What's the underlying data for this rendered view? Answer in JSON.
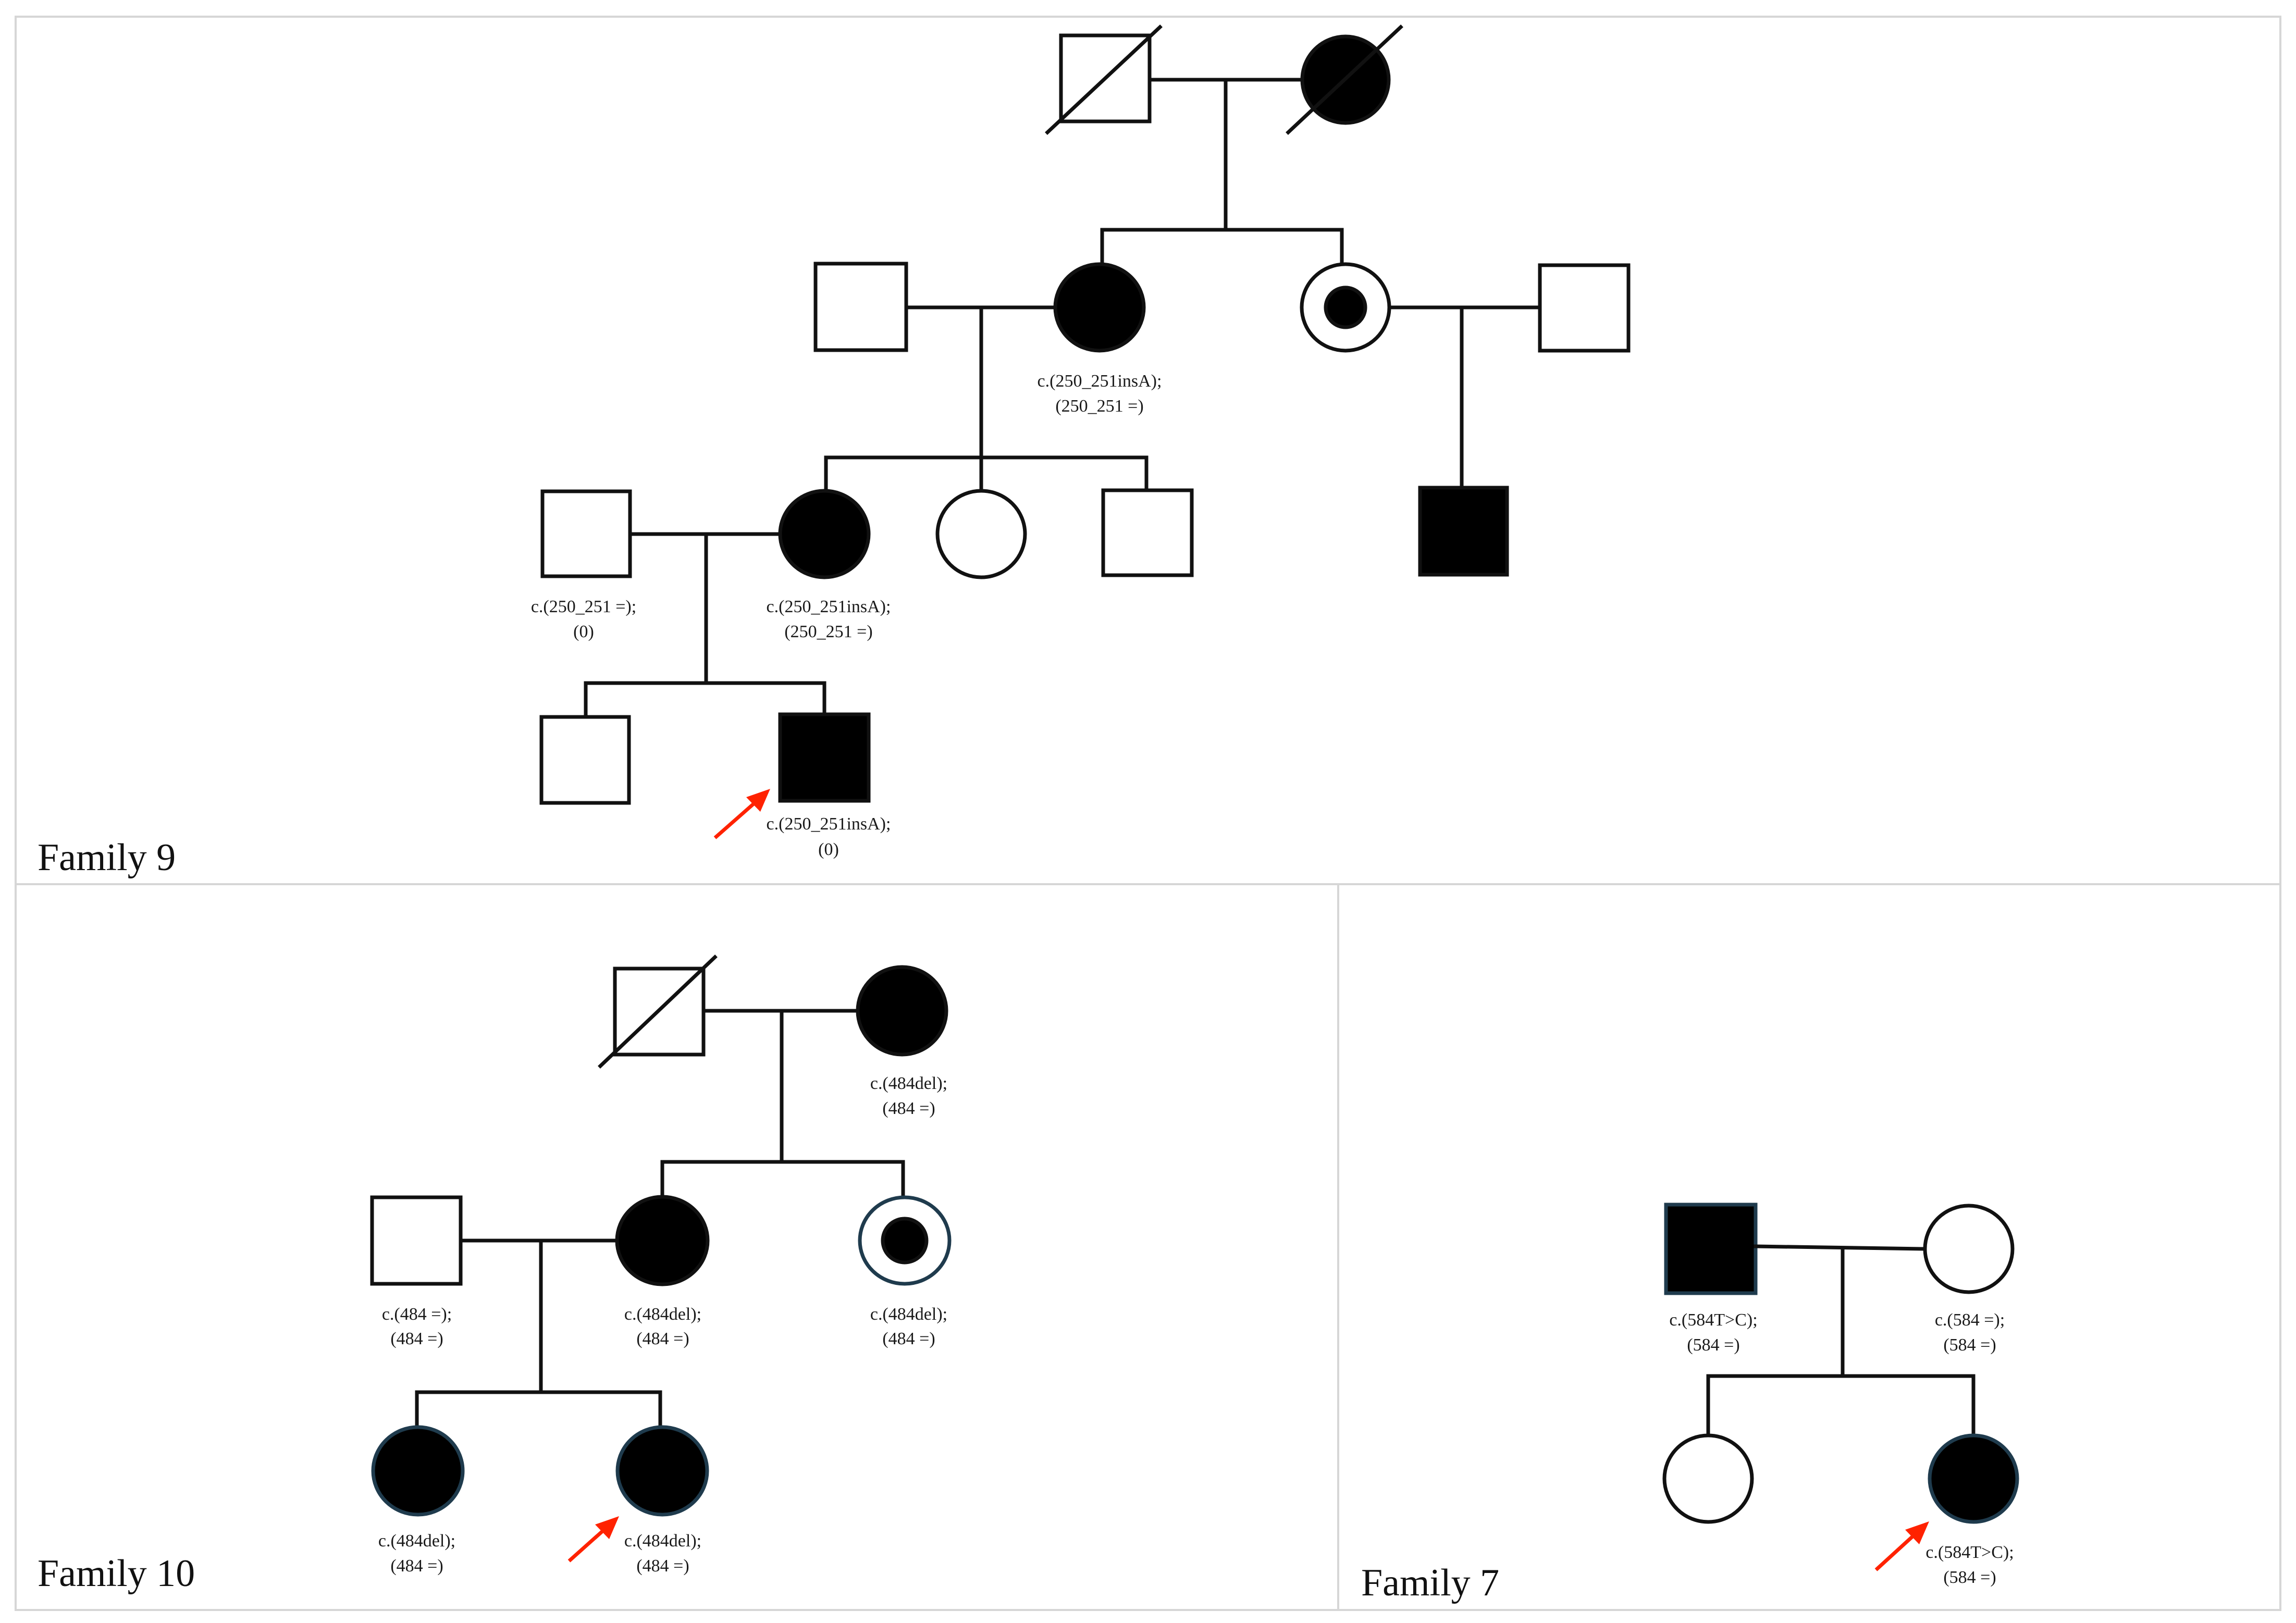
{
  "panels": [
    {
      "label": "Family 9"
    },
    {
      "label": "Family 10"
    },
    {
      "label": "Family 7"
    }
  ],
  "family9": {
    "gen2_affected_female": [
      "c.(250_251insA);",
      "(250_251 =)"
    ],
    "gen3_male_spouse": [
      "c.(250_251 =);",
      "(0)"
    ],
    "gen3_affected_female": [
      "c.(250_251insA);",
      "(250_251 =)"
    ],
    "proband": [
      "c.(250_251insA);",
      "(0)"
    ]
  },
  "family10": {
    "gen1_affected_female": [
      "c.(484del);",
      "(484 =)"
    ],
    "gen2_male_spouse": [
      "c.(484 =);",
      "(484 =)"
    ],
    "gen2_affected_female": [
      "c.(484del);",
      "(484 =)"
    ],
    "gen2_carrier_female": [
      "c.(484del);",
      "(484 =)"
    ],
    "gen3_affected_female": [
      "c.(484del);",
      "(484 =)"
    ],
    "proband": [
      "c.(484del);",
      "(484 =)"
    ]
  },
  "family7": {
    "father": [
      "c.(584T>C);",
      "(584 =)"
    ],
    "mother": [
      "c.(584 =);",
      "(584 =)"
    ],
    "proband": [
      "c.(584T>C);",
      "(584 =)"
    ]
  },
  "colors": {
    "affected": "#000000",
    "unaffected": "#ffffff",
    "proband_arrow": "#ff2200"
  }
}
